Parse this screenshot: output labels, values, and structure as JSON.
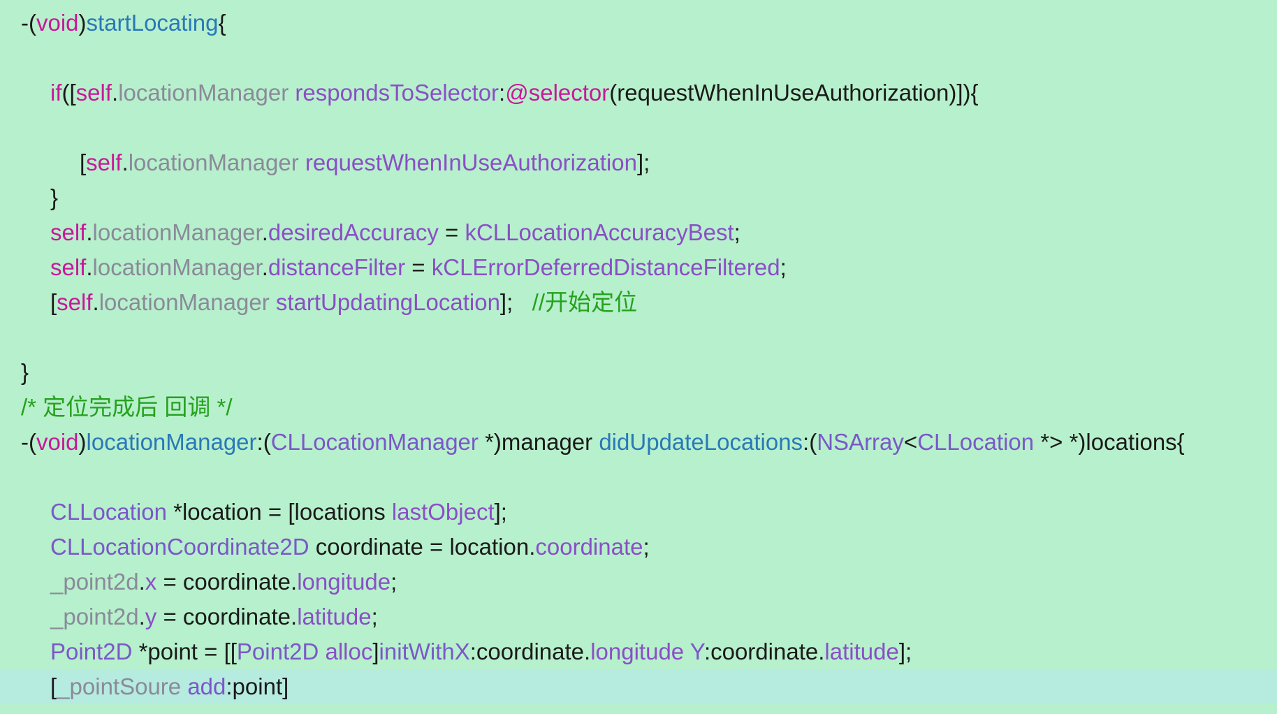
{
  "colors": {
    "background": "#b7f0cc",
    "current_line": "#b6ebdf",
    "keyword": "#c8189a",
    "method": "#2a78b8",
    "property": "#8a4fc6",
    "type": "#7a58c8",
    "ivar": "#8a8a9a",
    "plain": "#1a1a1a",
    "comment": "#26a11e"
  },
  "editor": {
    "current_line_index": 19,
    "lines": [
      {
        "indent": 0,
        "tokens": [
          {
            "t": "-(",
            "c": "plain"
          },
          {
            "t": "void",
            "c": "keyword"
          },
          {
            "t": ")",
            "c": "plain"
          },
          {
            "t": "startLocating",
            "c": "method"
          },
          {
            "t": "{",
            "c": "plain"
          }
        ]
      },
      {
        "indent": 0,
        "tokens": []
      },
      {
        "indent": 1,
        "tokens": [
          {
            "t": "if",
            "c": "keyword"
          },
          {
            "t": "([",
            "c": "plain"
          },
          {
            "t": "self",
            "c": "keyword"
          },
          {
            "t": ".",
            "c": "plain"
          },
          {
            "t": "locationManager",
            "c": "ivar"
          },
          {
            "t": " ",
            "c": "plain"
          },
          {
            "t": "respondsToSelector",
            "c": "property"
          },
          {
            "t": ":",
            "c": "plain"
          },
          {
            "t": "@selector",
            "c": "keyword"
          },
          {
            "t": "(requestWhenInUseAuthorization)]){",
            "c": "plain"
          }
        ]
      },
      {
        "indent": 0,
        "tokens": []
      },
      {
        "indent": 2,
        "tokens": [
          {
            "t": "[",
            "c": "plain"
          },
          {
            "t": "self",
            "c": "keyword"
          },
          {
            "t": ".",
            "c": "plain"
          },
          {
            "t": "locationManager",
            "c": "ivar"
          },
          {
            "t": " ",
            "c": "plain"
          },
          {
            "t": "requestWhenInUseAuthorization",
            "c": "property"
          },
          {
            "t": "];",
            "c": "plain"
          }
        ]
      },
      {
        "indent": 1,
        "tokens": [
          {
            "t": "}",
            "c": "plain"
          }
        ]
      },
      {
        "indent": 1,
        "tokens": [
          {
            "t": "self",
            "c": "keyword"
          },
          {
            "t": ".",
            "c": "plain"
          },
          {
            "t": "locationManager",
            "c": "ivar"
          },
          {
            "t": ".",
            "c": "plain"
          },
          {
            "t": "desiredAccuracy",
            "c": "property"
          },
          {
            "t": " = ",
            "c": "plain"
          },
          {
            "t": "kCLLocationAccuracyBest",
            "c": "property"
          },
          {
            "t": ";",
            "c": "plain"
          }
        ]
      },
      {
        "indent": 1,
        "tokens": [
          {
            "t": "self",
            "c": "keyword"
          },
          {
            "t": ".",
            "c": "plain"
          },
          {
            "t": "locationManager",
            "c": "ivar"
          },
          {
            "t": ".",
            "c": "plain"
          },
          {
            "t": "distanceFilter",
            "c": "property"
          },
          {
            "t": " = ",
            "c": "plain"
          },
          {
            "t": "kCLErrorDeferredDistanceFiltered",
            "c": "property"
          },
          {
            "t": ";",
            "c": "plain"
          }
        ]
      },
      {
        "indent": 1,
        "tokens": [
          {
            "t": "[",
            "c": "plain"
          },
          {
            "t": "self",
            "c": "keyword"
          },
          {
            "t": ".",
            "c": "plain"
          },
          {
            "t": "locationManager",
            "c": "ivar"
          },
          {
            "t": " ",
            "c": "plain"
          },
          {
            "t": "startUpdatingLocation",
            "c": "property"
          },
          {
            "t": "];   ",
            "c": "plain"
          },
          {
            "t": "//开始定位",
            "c": "comment"
          }
        ]
      },
      {
        "indent": 0,
        "tokens": []
      },
      {
        "indent": 0,
        "tokens": [
          {
            "t": "}",
            "c": "plain"
          }
        ]
      },
      {
        "indent": 0,
        "tokens": [
          {
            "t": "/* 定位完成后 回调 */",
            "c": "comment"
          }
        ]
      },
      {
        "indent": 0,
        "tokens": [
          {
            "t": "-(",
            "c": "plain"
          },
          {
            "t": "void",
            "c": "keyword"
          },
          {
            "t": ")",
            "c": "plain"
          },
          {
            "t": "locationManager",
            "c": "method"
          },
          {
            "t": ":(",
            "c": "plain"
          },
          {
            "t": "CLLocationManager",
            "c": "type"
          },
          {
            "t": " *)manager ",
            "c": "plain"
          },
          {
            "t": "didUpdateLocations",
            "c": "method"
          },
          {
            "t": ":(",
            "c": "plain"
          },
          {
            "t": "NSArray",
            "c": "type"
          },
          {
            "t": "<",
            "c": "plain"
          },
          {
            "t": "CLLocation",
            "c": "type"
          },
          {
            "t": " *> *)locations{",
            "c": "plain"
          }
        ]
      },
      {
        "indent": 0,
        "tokens": []
      },
      {
        "indent": 1,
        "tokens": [
          {
            "t": "CLLocation",
            "c": "type"
          },
          {
            "t": " *location = [locations ",
            "c": "plain"
          },
          {
            "t": "lastObject",
            "c": "property"
          },
          {
            "t": "];",
            "c": "plain"
          }
        ]
      },
      {
        "indent": 1,
        "tokens": [
          {
            "t": "CLLocationCoordinate2D",
            "c": "type"
          },
          {
            "t": " coordinate = location.",
            "c": "plain"
          },
          {
            "t": "coordinate",
            "c": "property"
          },
          {
            "t": ";",
            "c": "plain"
          }
        ]
      },
      {
        "indent": 1,
        "tokens": [
          {
            "t": "_point2d",
            "c": "ivar"
          },
          {
            "t": ".",
            "c": "plain"
          },
          {
            "t": "x",
            "c": "property"
          },
          {
            "t": " = coordinate.",
            "c": "plain"
          },
          {
            "t": "longitude",
            "c": "property"
          },
          {
            "t": ";",
            "c": "plain"
          }
        ]
      },
      {
        "indent": 1,
        "tokens": [
          {
            "t": "_point2d",
            "c": "ivar"
          },
          {
            "t": ".",
            "c": "plain"
          },
          {
            "t": "y",
            "c": "property"
          },
          {
            "t": " = coordinate.",
            "c": "plain"
          },
          {
            "t": "latitude",
            "c": "property"
          },
          {
            "t": ";",
            "c": "plain"
          }
        ]
      },
      {
        "indent": 1,
        "tokens": [
          {
            "t": "Point2D",
            "c": "type"
          },
          {
            "t": " *point = [[",
            "c": "plain"
          },
          {
            "t": "Point2D",
            "c": "type"
          },
          {
            "t": " ",
            "c": "plain"
          },
          {
            "t": "alloc",
            "c": "property"
          },
          {
            "t": "]",
            "c": "plain"
          },
          {
            "t": "initWithX",
            "c": "type"
          },
          {
            "t": ":coordinate.",
            "c": "plain"
          },
          {
            "t": "longitude",
            "c": "property"
          },
          {
            "t": " ",
            "c": "plain"
          },
          {
            "t": "Y",
            "c": "type"
          },
          {
            "t": ":coordinate.",
            "c": "plain"
          },
          {
            "t": "latitude",
            "c": "property"
          },
          {
            "t": "];",
            "c": "plain"
          }
        ]
      },
      {
        "indent": 1,
        "tokens": [
          {
            "t": "[",
            "c": "plain"
          },
          {
            "t": "_pointSoure",
            "c": "ivar"
          },
          {
            "t": " ",
            "c": "plain"
          },
          {
            "t": "add",
            "c": "type"
          },
          {
            "t": ":point]",
            "c": "plain"
          }
        ]
      }
    ]
  }
}
